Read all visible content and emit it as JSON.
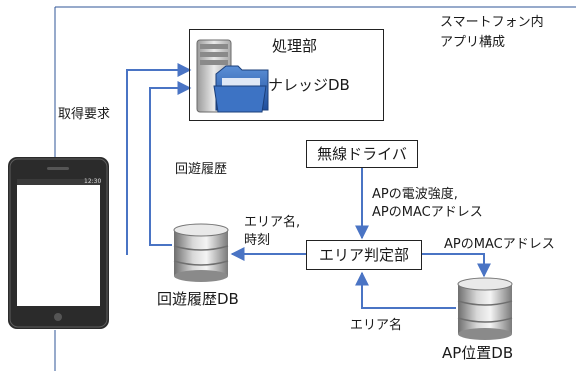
{
  "container": {
    "title_lines": [
      "スマートフォン内",
      "アプリ構成"
    ]
  },
  "server": {
    "title": "処理部",
    "subtitle": "ナレッジDB"
  },
  "driver": {
    "label": "無線ドライバ"
  },
  "area_unit": {
    "label": "エリア判定部"
  },
  "history_db": {
    "label": "回遊履歴DB"
  },
  "ap_db": {
    "label": "AP位置DB"
  },
  "edges": {
    "fetch_request": "取得要求",
    "history": "回遊履歴",
    "area_time": [
      "エリア名,",
      "時刻"
    ],
    "signal": [
      "APの電波強度,",
      "APのMACアドレス"
    ],
    "mac": "APのMACアドレス",
    "area_name": "エリア名"
  },
  "colors": {
    "arrow": "#4a74c4",
    "border": "#1f1f1f",
    "frame_line": "#2f5597"
  },
  "phone": {
    "status_time": "12:30"
  }
}
